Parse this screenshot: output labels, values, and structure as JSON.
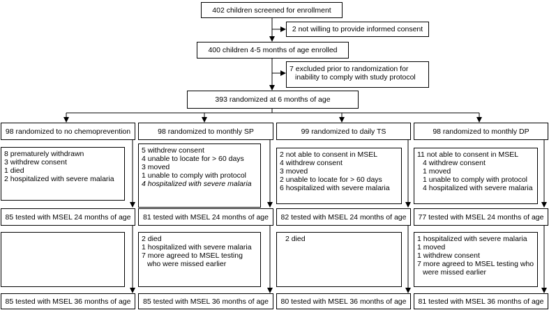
{
  "flowchart": {
    "screened": "402 children screened for enrollment",
    "not_willing": "2 not willing to provide informed consent",
    "enrolled": "400 children 4-5 months of age enrolled",
    "excluded": [
      "7 excluded prior to randomization for",
      "inability to comply with study protocol"
    ],
    "randomized": "393 randomized at 6 months of age",
    "arms": [
      {
        "title": "98 randomized to no chemoprevention",
        "losses1": [
          {
            "text": "8 prematurely withdrawn"
          },
          {
            "text": "3 withdrew consent"
          },
          {
            "text": "1 died"
          },
          {
            "text": "2 hospitalized with severe malaria"
          }
        ],
        "tested24": "85 tested with MSEL 24 months of age",
        "losses2": [],
        "tested36": "85 tested with MSEL 36 months of age"
      },
      {
        "title": "98 randomized to monthly SP",
        "losses1": [
          {
            "text": "5 withdrew consent"
          },
          {
            "text": "4 unable to locate for > 60 days"
          },
          {
            "text": "3 moved"
          },
          {
            "text": "1 unable to comply with protocol"
          },
          {
            "text": "4 hospitalized with severe malaria",
            "italic": true
          }
        ],
        "tested24": "81 tested with MSEL 24 months of age",
        "losses2": [
          {
            "text": "2 died"
          },
          {
            "text": "1 hospitalized with severe malaria"
          },
          {
            "text": "7 more agreed to MSEL testing"
          },
          {
            "text": "who were missed earlier",
            "indent": true
          }
        ],
        "tested36": "85 tested with MSEL 36 months of age"
      },
      {
        "title": "99 randomized to daily TS",
        "losses1": [
          {
            "text": "2 not able to consent in MSEL"
          },
          {
            "text": "4 withdrew consent"
          },
          {
            "text": "3 moved"
          },
          {
            "text": "2 unable to locate for > 60 days"
          },
          {
            "text": "6 hospitalized with severe malaria"
          }
        ],
        "tested24": "82 tested with MSEL 24 months of age",
        "losses2": [
          {
            "text": "2 died",
            "indent": true
          }
        ],
        "tested36": "80 tested with MSEL 36 months of age"
      },
      {
        "title": "98 randomized to monthly DP",
        "losses1": [
          {
            "text": "11 not able to consent in MSEL"
          },
          {
            "text": "4 withdrew consent",
            "indent": true
          },
          {
            "text": "1 moved",
            "indent": true
          },
          {
            "text": "1 unable to comply with protocol",
            "indent": true
          },
          {
            "text": "4 hospitalized with severe malaria",
            "indent": true
          }
        ],
        "tested24": "77 tested with MSEL 24 months of age",
        "losses2": [
          {
            "text": "1 hospitalized with severe malaria"
          },
          {
            "text": "1 moved"
          },
          {
            "text": "1 withdrew consent"
          },
          {
            "text": "7 more agreed to MSEL testing who"
          },
          {
            "text": "were missed earlier",
            "indent": true
          }
        ],
        "tested36": "81 tested with MSEL 36 months of age"
      }
    ]
  }
}
